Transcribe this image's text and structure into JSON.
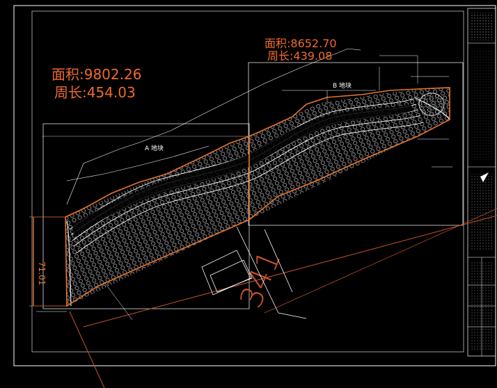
{
  "drawing": {
    "areas": [
      {
        "area_label": "面积:9802.26",
        "perimeter_label": "周长:454.03"
      },
      {
        "area_label": "面积:8652.70",
        "perimeter_label": "周长:439.08"
      }
    ],
    "zone_labels": {
      "a": "A 地块",
      "b": "B 地块"
    },
    "dimension_label": "341",
    "left_dimension_label": "71.01",
    "colors": {
      "background": "#000000",
      "frame": "#ffffff",
      "boundary": "#e8742f",
      "label_orange": "#f06a2c",
      "terrain": "#ffffff",
      "dim_red": "#c8552a"
    }
  }
}
